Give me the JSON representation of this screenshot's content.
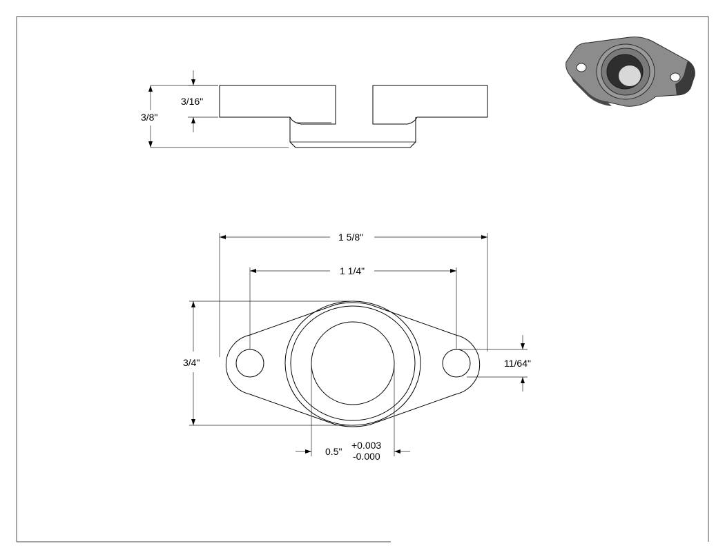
{
  "top_view": {
    "overall_height_label": "3/8\"",
    "flange_thickness_label": "3/16\""
  },
  "plan_view": {
    "overall_length_label": "1 5/8\"",
    "hole_spacing_label": "1 1/4\"",
    "overall_width_label": "3/4\"",
    "hole_diameter_label": "11/64\"",
    "bore_diameter_label": "0.5\"",
    "bore_tolerance_plus": "+0.003",
    "bore_tolerance_minus": "-0.000"
  },
  "iso_thumbnail": {
    "icon": "isometric-part-render-icon",
    "fill_color": "#8c8c8c",
    "dark_color": "#3a3a3a"
  }
}
